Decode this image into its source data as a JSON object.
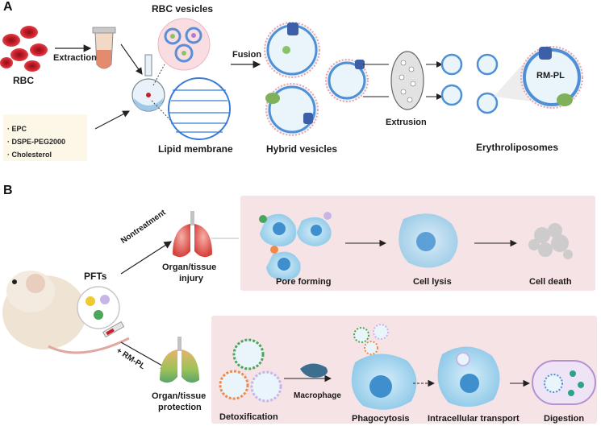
{
  "panel_a": {
    "letter": "A",
    "rbc": "RBC",
    "extraction": "Extraction",
    "rbc_vesicles": "RBC vesicles",
    "fusion": "Fusion",
    "lipids": [
      "· EPC",
      "· DSPE-PEG2000",
      "· Cholesterol"
    ],
    "lipid_membrane": "Lipid membrane",
    "hybrid_vesicles": "Hybrid vesicles",
    "extrusion": "Extrusion",
    "erythroliposomes": "Erythroliposomes",
    "rm_pl": "RM-PL"
  },
  "panel_b": {
    "letter": "B",
    "pfts": "PFTs",
    "nontreatment": "Nontreatment",
    "plus_rm_pl": "+ RM-PL",
    "injury_line1": "Organ/tissue",
    "injury_line2": "injury",
    "protection_line1": "Organ/tissue",
    "protection_line2": "protection",
    "pore_forming": "Pore forming",
    "cell_lysis": "Cell lysis",
    "cell_death": "Cell death",
    "macrophage": "Macrophage",
    "detoxification": "Detoxification",
    "phagocytosis": "Phagocytosis",
    "intracellular_transport": "Intracellular transport",
    "digestion": "Digestion"
  },
  "colors": {
    "pink_panel": "#f6e3e6",
    "lipid_box": "#fdf7e8",
    "vesicle_blue": "#2f6fd1",
    "rbc_red": "#c8202b",
    "cell_blue": "#a8d6ee",
    "nucleus_blue": "#3f8fcf"
  }
}
